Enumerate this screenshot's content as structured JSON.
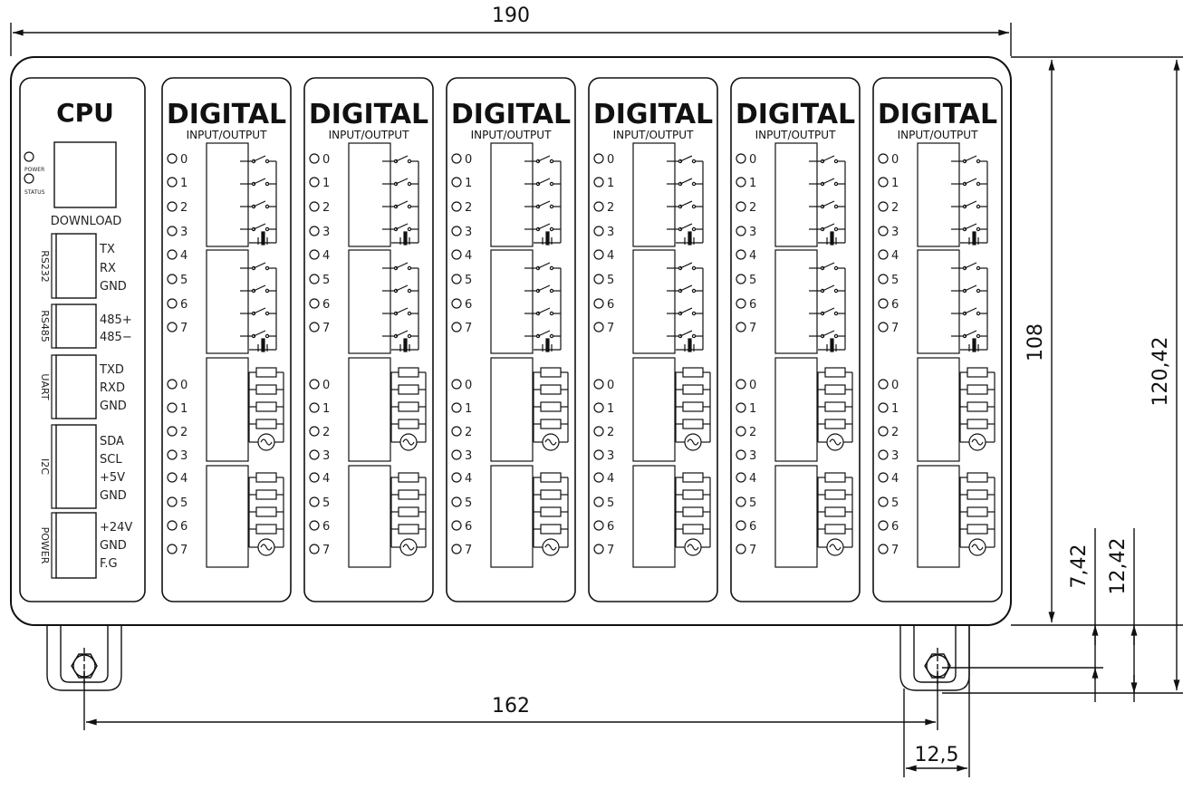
{
  "dimensions": {
    "overall_width": "190",
    "mount_spacing": "162",
    "body_height": "108",
    "overall_height": "120,42",
    "offset_small": "7,42",
    "offset_large": "12,42",
    "tab_width": "12,5"
  },
  "cpu": {
    "title": "CPU",
    "led_power": "POWER",
    "led_status": "STATUS",
    "download": "DOWNLOAD",
    "ports": [
      {
        "name": "RS232",
        "pins": [
          "TX",
          "RX",
          "GND"
        ]
      },
      {
        "name": "RS485",
        "pins": [
          "485+",
          "485−"
        ]
      },
      {
        "name": "UART",
        "pins": [
          "TXD",
          "RXD",
          "GND"
        ]
      },
      {
        "name": "I2C",
        "pins": [
          "SDA",
          "SCL",
          "+5V",
          "GND"
        ]
      },
      {
        "name": "POWER",
        "pins": [
          "+24V",
          "GND",
          "F.G"
        ]
      }
    ]
  },
  "digital_module": {
    "title": "DIGITAL",
    "subtitle": "INPUT/OUTPUT",
    "count": 6,
    "input_channels": [
      "0",
      "1",
      "2",
      "3",
      "4",
      "5",
      "6",
      "7"
    ],
    "output_channels": [
      "0",
      "1",
      "2",
      "3",
      "4",
      "5",
      "6",
      "7"
    ]
  }
}
